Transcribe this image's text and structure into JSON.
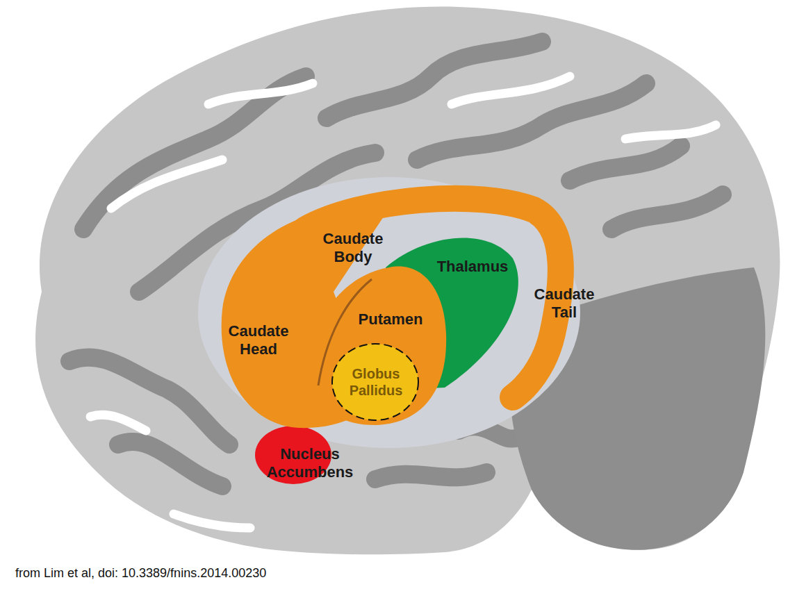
{
  "diagram": {
    "caption": "from Lim et al, doi: 10.3389/fnins.2014.00230",
    "labels": [
      "Caudate Body",
      "Thalamus",
      "Caudate Tail",
      "Caudate Head",
      "Putamen",
      "Globus Pallidus",
      "Nucleus Accumbens"
    ]
  }
}
